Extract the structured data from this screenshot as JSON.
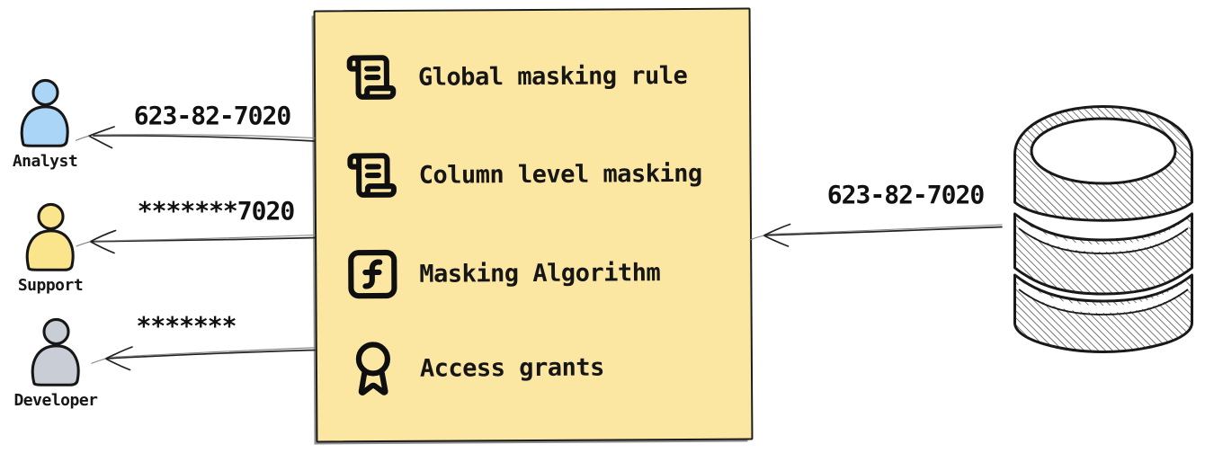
{
  "flows": {
    "to_analyst": "623-82-7020",
    "to_support": "*******7020",
    "to_developer": "*******",
    "from_database": "623-82-7020"
  },
  "actors": [
    {
      "name": "Analyst",
      "fill": "#aad5f7"
    },
    {
      "name": "Support",
      "fill": "#fae48c"
    },
    {
      "name": "Developer",
      "fill": "#c9ced6"
    }
  ],
  "box": {
    "fill": "#fbe7a2",
    "items": [
      {
        "icon": "scroll-text-icon",
        "label": "Global masking rule"
      },
      {
        "icon": "scroll-text-icon",
        "label": "Column level masking"
      },
      {
        "icon": "function-square-icon",
        "label": "Masking Algorithm"
      },
      {
        "icon": "award-icon",
        "label": "Access grants"
      }
    ]
  },
  "source": {
    "icon": "database-icon"
  },
  "colors": {
    "outline": "#1b1b1b",
    "box_shadow": "#8f8f8f",
    "hatch": "#6a6a6a",
    "arrow": "#222222"
  }
}
